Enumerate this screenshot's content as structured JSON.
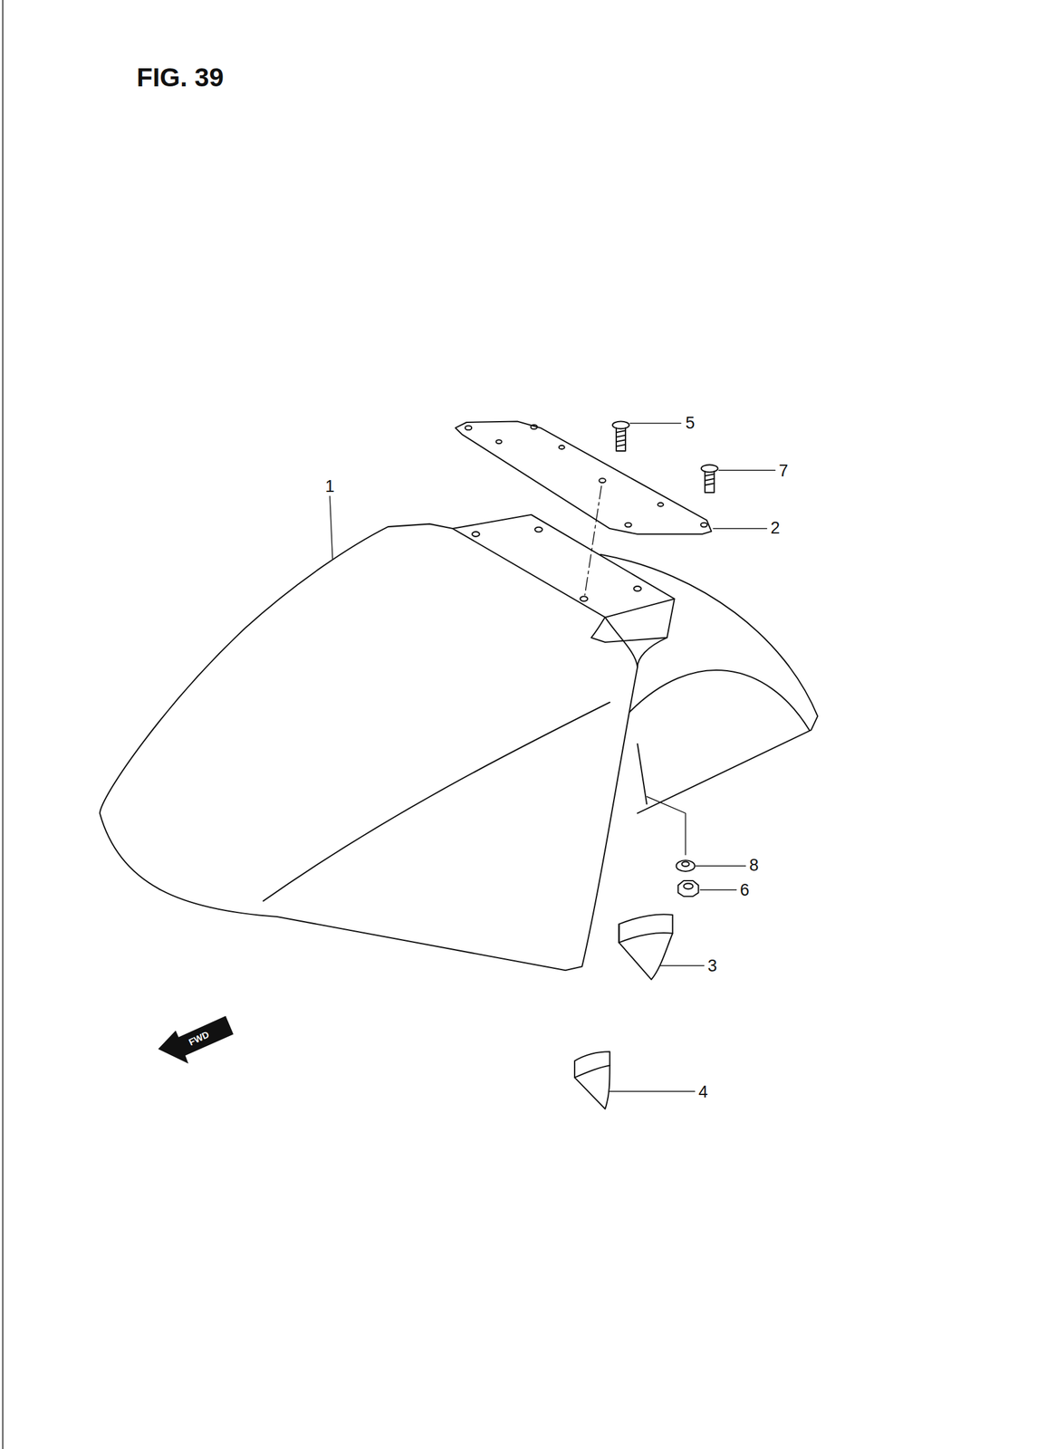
{
  "diagram": {
    "title": "FIG. 39",
    "labels": [
      "1",
      "5",
      "7",
      "2",
      "8",
      "6",
      "3",
      "4",
      "FWD"
    ]
  }
}
